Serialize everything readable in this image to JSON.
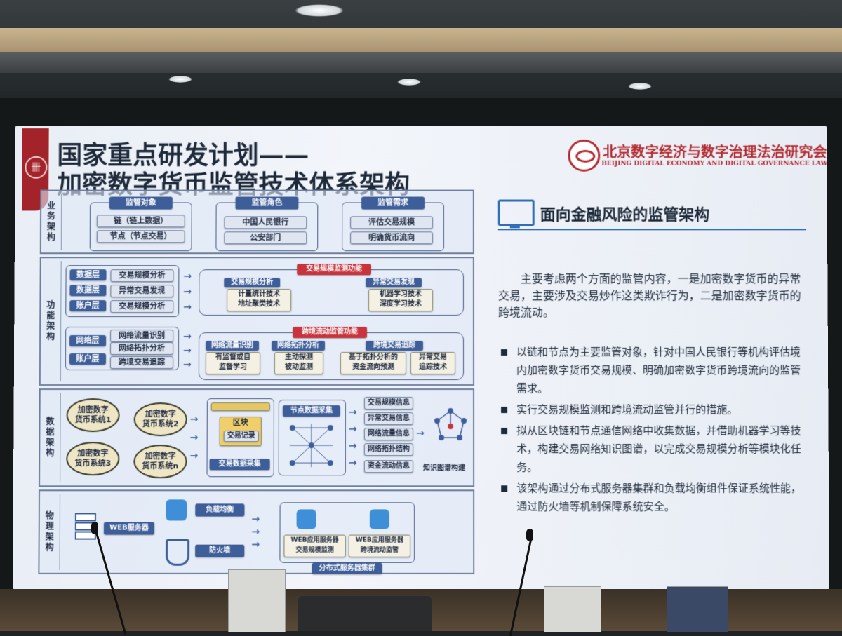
{
  "slide": {
    "title_line1": "国家重点研发计划——",
    "title_line2": "加密数字货币监管技术体系架构",
    "org_cn": "北京数字经济与数字治理法治研究会",
    "org_en": "BEIJING DIGITAL ECONOMY AND DIGITAL GOVERNANCE LAW SOCIETY"
  },
  "diagram": {
    "business": {
      "label": "业务架构",
      "objects_title": "监管对象",
      "objects": [
        "链（链上数据）",
        "节点（节点交易）"
      ],
      "roles_title": "监管角色",
      "roles": [
        "中国人民银行",
        "公安部门"
      ],
      "needs_title": "监管需求",
      "needs": [
        "评估交易规模",
        "明确货币流向"
      ]
    },
    "function": {
      "label": "功能架构",
      "row1_layers": [
        "数据层",
        "数据层",
        "账户层"
      ],
      "row1_items": [
        "交易规模分析",
        "异常交易发现",
        "交易规模分析"
      ],
      "monitor1_title": "交易规模监测功能",
      "g1_title": "交易规模分析",
      "g1_body": "计量统计技术\n地址聚类技术",
      "g2_title": "异常交易发现",
      "g2_body": "机器学习技术\n深度学习技术",
      "row2_layers": [
        "网络层",
        "账户层"
      ],
      "row2_items": [
        "网络流量识别",
        "网络拓扑分析",
        "跨境交易追踪"
      ],
      "monitor2_title": "跨境流动监管功能",
      "g3_title": "网络流量识别",
      "g3_body": "有监督或自\n监督学习",
      "g4_title": "网络拓扑分析",
      "g4_body": "主动探测\n被动监测",
      "g5_title": "跨境交易追踪",
      "g5_body_a": "基于拓扑分析的\n资金流向预测",
      "g5_body_b": "异常交易\n追踪技术"
    },
    "data": {
      "label": "数据架构",
      "systems": [
        "加密数字\n货币系统1",
        "加密数字\n货币系统2",
        "加密数字\n货币系统3",
        "加密数字\n货币系统n"
      ],
      "block": "区块",
      "tx_record": "交易记录",
      "tx_collect": "交易数据采集",
      "node_collect": "节点数据采集",
      "outputs": [
        "交易规模信息",
        "异常交易信息",
        "网络流量信息",
        "网络拓扑结构",
        "资金流动信息"
      ],
      "kg": "知识图谱构建"
    },
    "physical": {
      "label": "物理架构",
      "web_server": "WEB服务器",
      "load_balance": "负载均衡",
      "firewall": "防火墙",
      "app1": "WEB应用服务器\n交易规模监测",
      "app2": "WEB应用服务器\n跨境流动监管",
      "cluster": "分布式服务器集群"
    }
  },
  "panel": {
    "heading": "面向金融风险的监管架构",
    "intro": "主要考虑两个方面的监管内容，一是加密数字货币的异常交易，主要涉及交易炒作这类欺诈行为，二是加密数字货币的跨境流动。",
    "bullets": [
      "以链和节点为主要监管对象，针对中国人民银行等机构评估境内加密数字货币交易规模、明确加密数字货币跨境流向的监管需求。",
      "实行交易规模监测和跨境流动监管并行的措施。",
      "拟从区块链和节点通信网络中收集数据，并借助机器学习等技术，构建交易网络知识图谱，以完成交易规模分析等模块化任务。",
      "该架构通过分布式服务器集群和负载均衡组件保证系统性能，通过防火墙等机制保障系统安全。"
    ]
  }
}
